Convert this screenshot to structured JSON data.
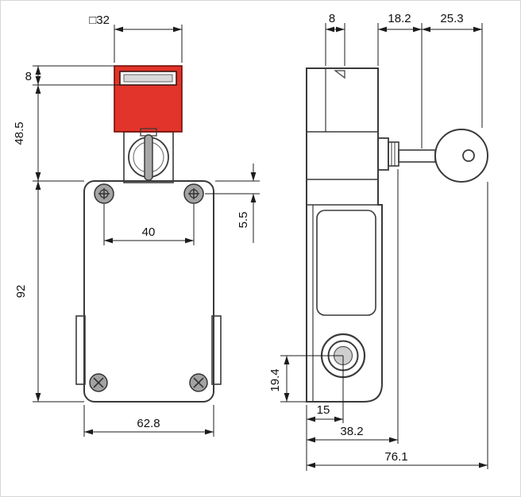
{
  "drawing": {
    "colors": {
      "head_red": "#e2342a",
      "head_red_outline": "#70100a",
      "body_gray": "#8e8e8e",
      "lock_gray": "#b6b6b6",
      "lever_gray": "#a8a8a8",
      "outline": "#3a3a3a",
      "dim_line": "#1c1c1c",
      "slot_white": "#fafafa",
      "slot_silver": "#d8d8d8"
    },
    "front_view": {
      "dim_head_width": "□32",
      "dim_head_top_height": "8",
      "dim_head_height": "48.5",
      "dim_body_height": "92",
      "dim_hole_spacing": "40",
      "dim_hole_top_offset": "5.5",
      "dim_body_width": "62.8"
    },
    "side_view": {
      "dim_latch_width": "8",
      "dim_bushing_length": "18.2",
      "dim_key_length": "25.3",
      "dim_conduit_center_height": "19.4",
      "dim_conduit_center_offset": "15",
      "dim_depth_with_bushing": "38.2",
      "dim_overall_depth": "76.1"
    }
  }
}
